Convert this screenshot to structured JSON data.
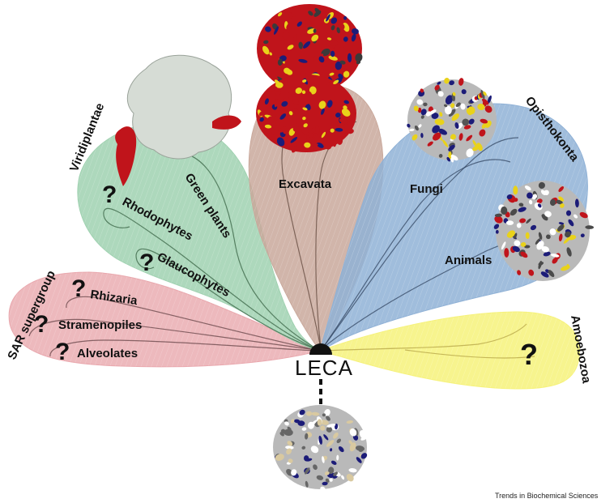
{
  "groups": {
    "viridiplantae": "Viridiplantae",
    "sar": "SAR supergroup",
    "opisthokonta": "Opisthokonta",
    "amoebozoa": "Amoebozoa"
  },
  "lineages": {
    "green_plants": "Green plants",
    "rhodophytes": "Rhodophytes",
    "glaucophytes": "Glaucophytes",
    "excavata": "Excavata",
    "fungi": "Fungi",
    "animals": "Animals",
    "rhizaria": "Rhizaria",
    "stramenopiles": "Stramenopiles",
    "alveolates": "Alveolates"
  },
  "unknown_marker": "?",
  "root_label": "LECA",
  "credit": "Trends in Biochemical Sciences",
  "colors": {
    "sar": "#e9a7ad",
    "viridiplantae": "#9fd1b0",
    "excavata": "#c9a89b",
    "opisthokonta": "#8fb1d6",
    "amoebozoa": "#f6f27a",
    "ribosome_red": "#c0141b",
    "ribosome_yellow": "#e9d21a",
    "ribosome_navy": "#1c1c78",
    "ribosome_grey": "#b9b9b9",
    "cryo_em_map": "#d6dcd5"
  },
  "icons": [
    "question-mark-icon",
    "ribosome-structure-icon",
    "cryo-em-density-icon"
  ]
}
